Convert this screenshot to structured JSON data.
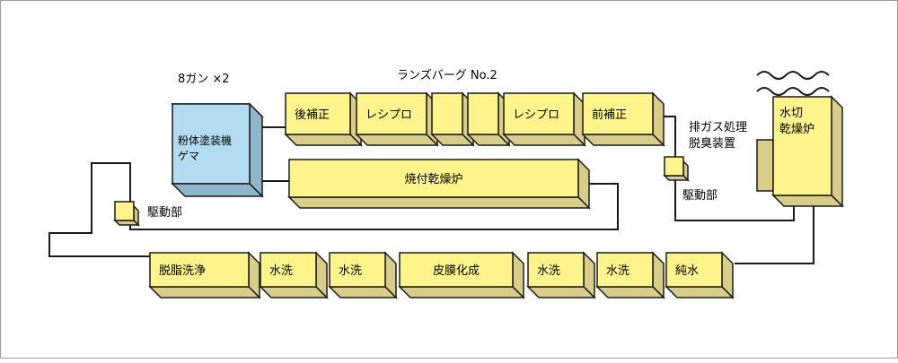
{
  "labels": {
    "gun": "8ガン ×2",
    "ransburg": "ランズバーグ No.2",
    "exhaust_line1": "排ガス処理",
    "exhaust_line2": "脱臭装置",
    "drive_left": "駆動部",
    "drive_right": "駆動部"
  },
  "booth": {
    "line1": "粉体塗装機",
    "line2": "ゲマ"
  },
  "upper_row": [
    "後補正",
    "レシプロ",
    "",
    "",
    "レシプロ",
    "前補正"
  ],
  "oven": "焼付乾燥炉",
  "dryer": {
    "line1": "水切",
    "line2": "乾燥炉"
  },
  "lower_row": [
    "脱脂洗浄",
    "水洗",
    "水洗",
    "皮膜化成",
    "水洗",
    "水洗",
    "純水"
  ],
  "colors": {
    "box": "#fdf48b",
    "booth": "#b3dcf0",
    "line": "#1a1a1a"
  }
}
